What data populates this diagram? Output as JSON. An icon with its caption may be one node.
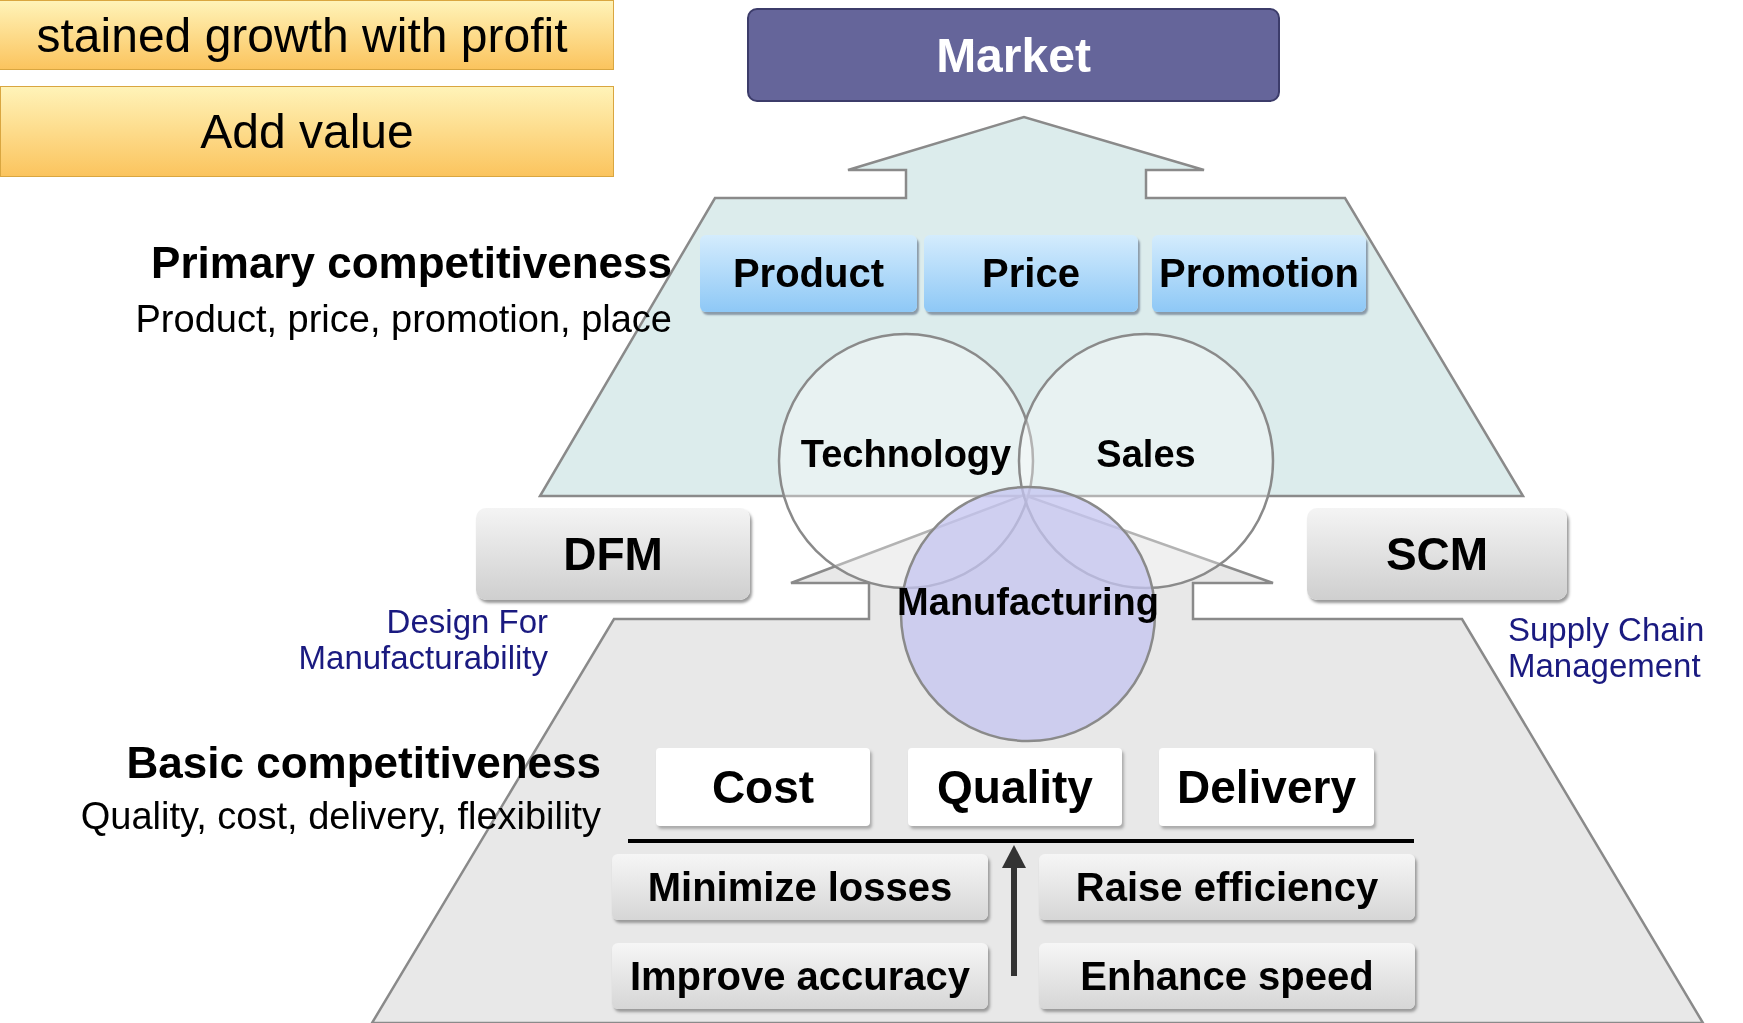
{
  "diagram": {
    "nodes": [
      {
        "text": [
          "stained growth with profit"
        ]
      },
      {
        "text": [
          "Add value"
        ]
      },
      {
        "text": [
          "Market"
        ]
      },
      {
        "text": [
          "Product"
        ]
      },
      {
        "text": [
          "Price"
        ]
      },
      {
        "text": [
          "Promotion"
        ]
      },
      {
        "text": [
          "Technology"
        ]
      },
      {
        "text": [
          "Sales"
        ]
      },
      {
        "text": [
          "DFM"
        ],
        "beside": [
          "Design For Manufacturability"
        ]
      },
      {
        "text": [
          "Manufacturing"
        ]
      },
      {
        "text": [
          "SCM"
        ],
        "beside": [
          "Supply Chain Management"
        ]
      },
      {
        "text": [
          "Cost"
        ]
      },
      {
        "text": [
          "Quality"
        ]
      },
      {
        "text": [
          "Delivery"
        ]
      },
      {
        "text": [
          "Minimize losses"
        ]
      },
      {
        "text": [
          "Raise efficiency"
        ]
      },
      {
        "text": [
          "Improve accuracy"
        ]
      },
      {
        "text": [
          "Enhance speed"
        ]
      }
    ],
    "labels": [
      "Primary competitiveness",
      "Product, price, promotion, place",
      "Basic competitiveness",
      "Quality, cost, delivery, flexibility"
    ]
  }
}
